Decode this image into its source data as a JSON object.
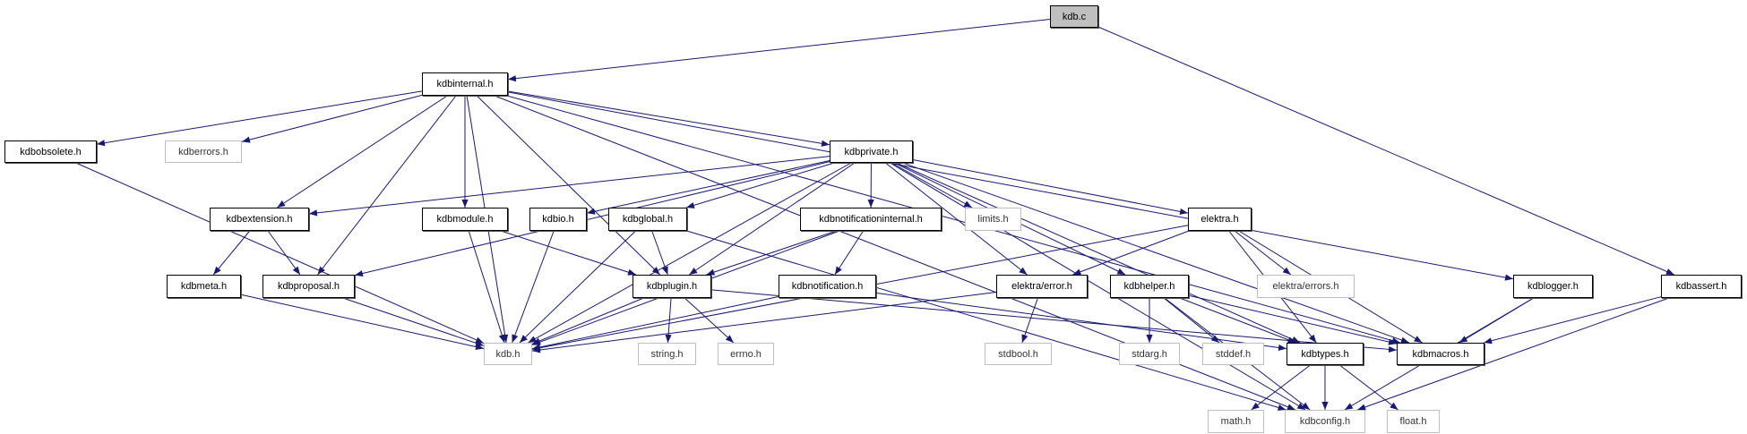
{
  "edge_color": "#191970",
  "current_fill": "#bfbfbf",
  "external_border": "#bfbfbf",
  "nodes": [
    {
      "id": "kdb_c",
      "label": "kdb.c",
      "kind": "current"
    },
    {
      "id": "kdbinternal",
      "label": "kdbinternal.h",
      "kind": "normal"
    },
    {
      "id": "kdbobsolete",
      "label": "kdbobsolete.h",
      "kind": "normal"
    },
    {
      "id": "kdberrors",
      "label": "kdberrors.h",
      "kind": "external"
    },
    {
      "id": "kdbprivate",
      "label": "kdbprivate.h",
      "kind": "normal"
    },
    {
      "id": "kdbextension",
      "label": "kdbextension.h",
      "kind": "normal"
    },
    {
      "id": "kdbmodule",
      "label": "kdbmodule.h",
      "kind": "normal"
    },
    {
      "id": "kdbio",
      "label": "kdbio.h",
      "kind": "normal"
    },
    {
      "id": "kdbglobal",
      "label": "kdbglobal.h",
      "kind": "normal"
    },
    {
      "id": "kdbnotificationinternal",
      "label": "kdbnotificationinternal.h",
      "kind": "normal"
    },
    {
      "id": "limits",
      "label": "limits.h",
      "kind": "external"
    },
    {
      "id": "elektra",
      "label": "elektra.h",
      "kind": "normal"
    },
    {
      "id": "kdbmeta",
      "label": "kdbmeta.h",
      "kind": "normal"
    },
    {
      "id": "kdbproposal",
      "label": "kdbproposal.h",
      "kind": "normal"
    },
    {
      "id": "kdbplugin",
      "label": "kdbplugin.h",
      "kind": "normal"
    },
    {
      "id": "kdbnotification",
      "label": "kdbnotification.h",
      "kind": "normal"
    },
    {
      "id": "elektra_error",
      "label": "elektra/error.h",
      "kind": "normal"
    },
    {
      "id": "kdbhelper",
      "label": "kdbhelper.h",
      "kind": "normal"
    },
    {
      "id": "elektra_errors",
      "label": "elektra/errors.h",
      "kind": "external"
    },
    {
      "id": "kdblogger",
      "label": "kdblogger.h",
      "kind": "normal"
    },
    {
      "id": "kdbassert",
      "label": "kdbassert.h",
      "kind": "normal"
    },
    {
      "id": "kdb_h",
      "label": "kdb.h",
      "kind": "external"
    },
    {
      "id": "string",
      "label": "string.h",
      "kind": "external"
    },
    {
      "id": "errno",
      "label": "errno.h",
      "kind": "external"
    },
    {
      "id": "stdbool",
      "label": "stdbool.h",
      "kind": "external"
    },
    {
      "id": "stdarg",
      "label": "stdarg.h",
      "kind": "external"
    },
    {
      "id": "stddef",
      "label": "stddef.h",
      "kind": "external"
    },
    {
      "id": "kdbtypes",
      "label": "kdbtypes.h",
      "kind": "normal"
    },
    {
      "id": "kdbmacros",
      "label": "kdbmacros.h",
      "kind": "normal"
    },
    {
      "id": "math",
      "label": "math.h",
      "kind": "external"
    },
    {
      "id": "kdbconfig",
      "label": "kdbconfig.h",
      "kind": "external"
    },
    {
      "id": "float",
      "label": "float.h",
      "kind": "external"
    }
  ],
  "edges": [
    [
      "kdb_c",
      "kdbinternal"
    ],
    [
      "kdb_c",
      "kdbassert"
    ],
    [
      "kdbinternal",
      "kdbobsolete"
    ],
    [
      "kdbinternal",
      "kdberrors"
    ],
    [
      "kdbinternal",
      "kdbextension"
    ],
    [
      "kdbinternal",
      "kdbproposal"
    ],
    [
      "kdbinternal",
      "kdbmodule"
    ],
    [
      "kdbinternal",
      "kdbplugin"
    ],
    [
      "kdbinternal",
      "kdbprivate"
    ],
    [
      "kdbinternal",
      "kdblogger"
    ],
    [
      "kdbinternal",
      "kdbmacros"
    ],
    [
      "kdbinternal",
      "kdbconfig"
    ],
    [
      "kdbinternal",
      "kdb_h"
    ],
    [
      "kdbobsolete",
      "kdb_h"
    ],
    [
      "kdbprivate",
      "kdbextension"
    ],
    [
      "kdbprivate",
      "kdbproposal"
    ],
    [
      "kdbprivate",
      "kdb_h"
    ],
    [
      "kdbprivate",
      "kdbio"
    ],
    [
      "kdbprivate",
      "kdbglobal"
    ],
    [
      "kdbprivate",
      "kdbplugin"
    ],
    [
      "kdbprivate",
      "kdbnotificationinternal"
    ],
    [
      "kdbprivate",
      "limits"
    ],
    [
      "kdbprivate",
      "kdbconfig"
    ],
    [
      "kdbprivate",
      "elektra_error"
    ],
    [
      "kdbprivate",
      "kdbhelper"
    ],
    [
      "kdbprivate",
      "elektra"
    ],
    [
      "kdbprivate",
      "kdbtypes"
    ],
    [
      "kdbprivate",
      "kdbmacros"
    ],
    [
      "kdbextension",
      "kdbmeta"
    ],
    [
      "kdbextension",
      "kdbproposal"
    ],
    [
      "kdbmodule",
      "kdb_h"
    ],
    [
      "kdbmodule",
      "kdbplugin"
    ],
    [
      "kdbio",
      "kdb_h"
    ],
    [
      "kdbglobal",
      "kdb_h"
    ],
    [
      "kdbglobal",
      "kdbplugin"
    ],
    [
      "kdbglobal",
      "kdbconfig"
    ],
    [
      "kdbnotificationinternal",
      "kdbplugin"
    ],
    [
      "kdbnotificationinternal",
      "kdb_h"
    ],
    [
      "kdbnotificationinternal",
      "kdbnotification"
    ],
    [
      "elektra",
      "kdb_h"
    ],
    [
      "elektra",
      "elektra_error"
    ],
    [
      "elektra",
      "kdbtypes"
    ],
    [
      "elektra",
      "elektra_errors"
    ],
    [
      "elektra",
      "kdbmacros"
    ],
    [
      "kdbmeta",
      "kdb_h"
    ],
    [
      "kdbproposal",
      "kdb_h"
    ],
    [
      "kdbplugin",
      "kdb_h"
    ],
    [
      "kdbplugin",
      "string"
    ],
    [
      "kdbplugin",
      "errno"
    ],
    [
      "kdbplugin",
      "kdbmacros"
    ],
    [
      "kdbnotification",
      "kdb_h"
    ],
    [
      "kdbnotification",
      "kdbtypes"
    ],
    [
      "elektra_error",
      "kdb_h"
    ],
    [
      "elektra_error",
      "stdbool"
    ],
    [
      "kdbhelper",
      "kdbconfig"
    ],
    [
      "kdbhelper",
      "stdarg"
    ],
    [
      "kdbhelper",
      "stddef"
    ],
    [
      "kdbhelper",
      "kdbtypes"
    ],
    [
      "kdbhelper",
      "kdbmacros"
    ],
    [
      "kdblogger",
      "kdbmacros"
    ],
    [
      "kdblogger",
      "kdbconfig"
    ],
    [
      "kdbassert",
      "kdbmacros"
    ],
    [
      "kdbassert",
      "kdbconfig"
    ],
    [
      "kdbtypes",
      "math"
    ],
    [
      "kdbtypes",
      "kdbconfig"
    ],
    [
      "kdbtypes",
      "float"
    ]
  ]
}
